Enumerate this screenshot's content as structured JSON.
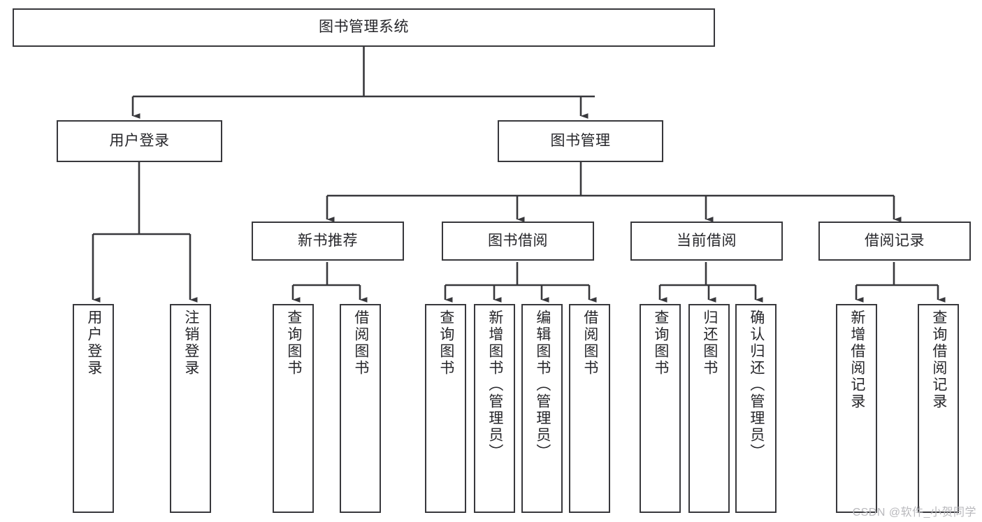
{
  "diagram": {
    "type": "tree-hierarchy-chart",
    "title": "图书管理系统",
    "colors": {
      "border": "#38383c",
      "text": "#26262a",
      "background": "#ffffff",
      "connector": "#38383c",
      "watermark": "#b9b9bd"
    },
    "root": {
      "label": "图书管理系统"
    },
    "level2": [
      {
        "label": "用户登录"
      },
      {
        "label": "图书管理"
      }
    ],
    "level3": [
      {
        "label": "新书推荐"
      },
      {
        "label": "图书借阅"
      },
      {
        "label": "当前借阅"
      },
      {
        "label": "借阅记录"
      }
    ],
    "leaves": {
      "user_login": [
        {
          "label": "用户登录"
        },
        {
          "label": "注销登录"
        }
      ],
      "new_book_recommend": [
        {
          "label": "查询图书"
        },
        {
          "label": "借阅图书"
        }
      ],
      "book_borrow": [
        {
          "label": "查询图书"
        },
        {
          "label": "新增图书（管理员）"
        },
        {
          "label": "编辑图书（管理员）"
        },
        {
          "label": "借阅图书"
        }
      ],
      "current_borrow": [
        {
          "label": "查询图书"
        },
        {
          "label": "归还图书"
        },
        {
          "label": "确认归还（管理员）"
        }
      ],
      "borrow_record": [
        {
          "label": "新增借阅记录"
        },
        {
          "label": "查询借阅记录"
        }
      ]
    }
  },
  "watermark": {
    "text": "CSDN @软件_小贺同学"
  }
}
